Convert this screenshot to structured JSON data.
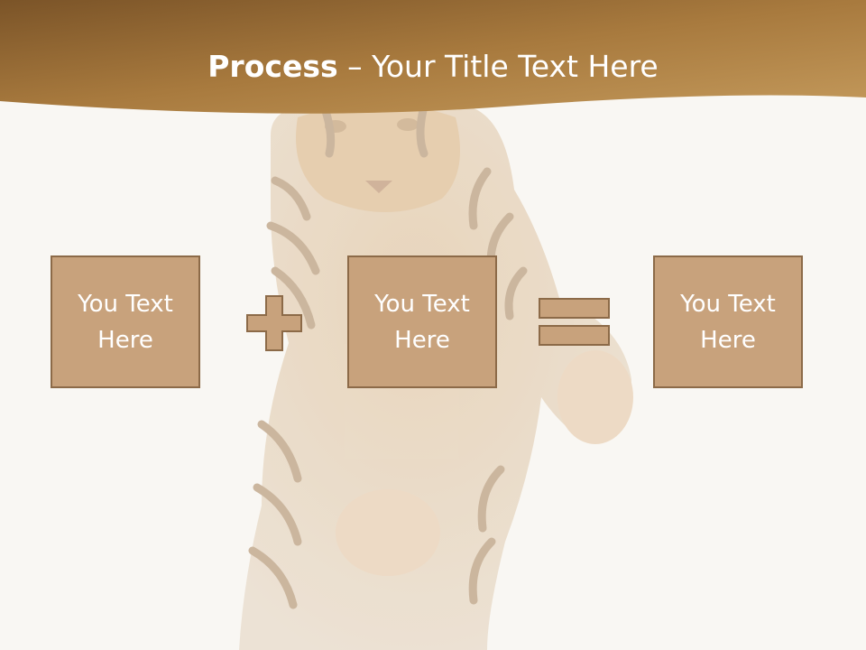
{
  "slide": {
    "title_bold": "Process",
    "title_rest": " – Your Title Text Here",
    "boxes": [
      {
        "text": "You Text Here"
      },
      {
        "text": "You Text Here"
      },
      {
        "text": "You Text Here"
      }
    ],
    "operators": [
      "plus-icon",
      "equals-icon"
    ],
    "background_image": "tiger-photo",
    "colors": {
      "header_dark": "#7b5428",
      "header_light": "#c49a5c",
      "box_fill": "#c8a27c",
      "box_border": "#8c6a48",
      "background": "#f9f7f3",
      "text": "#ffffff"
    }
  }
}
